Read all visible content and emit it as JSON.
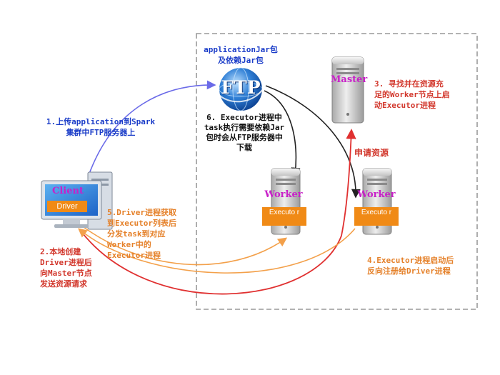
{
  "ftp": {
    "caption_line1": "applicationJar包",
    "caption_line2": "及依赖Jar包",
    "logo_text": "FTP"
  },
  "client": {
    "label": "Client",
    "driver_label": "Driver"
  },
  "master": {
    "label": "Master"
  },
  "workers": [
    {
      "label": "Worker",
      "executor_label": "Executo r"
    },
    {
      "label": "Worker",
      "executor_label": "Executo r"
    }
  ],
  "annotations": {
    "step1": [
      "1.上传application到Spark",
      "集群中FTP服务器上"
    ],
    "step2": [
      "2.本地创建",
      "Driver进程后",
      "向Master节点",
      "发送资源请求"
    ],
    "step3": [
      "3. 寻找并在资源充",
      "足的Worker节点上启",
      "动Executor进程"
    ],
    "step4": [
      "4.Executor进程启动后",
      "反向注册给Driver进程"
    ],
    "step5": [
      "5.Driver进程获取",
      "到Executor列表后",
      "分发task到对应",
      "Worker中的",
      "Executor进程"
    ],
    "step6": [
      "6. Executor进程中",
      "task执行需要依赖Jar",
      "包时会从FTP服务器中",
      "下载"
    ],
    "request": "申请资源"
  },
  "colors": {
    "blue_arrow": "#6a6ae8",
    "red_arrow": "#e03030",
    "orange_arrow": "#f3a04a",
    "black_arrow": "#222222",
    "executor_box": "#f08a16",
    "role_label": "#c820c8",
    "cluster_border": "#999999"
  }
}
